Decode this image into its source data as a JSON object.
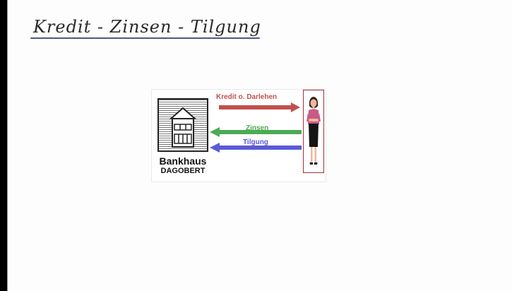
{
  "title": "Kredit - Zinsen - Tilgung",
  "bank": {
    "name": "Bankhaus",
    "sub": "DAGOBERT"
  },
  "arrows": {
    "kredit": "Kredit o. Darlehen",
    "zinsen": "Zinsen",
    "tilgung": "Tilgung"
  },
  "colors": {
    "kredit": "#c0504d",
    "zinsen": "#4caa55",
    "tilgung": "#5a5ad8",
    "person_border": "#a0303a"
  },
  "icons": {
    "bank": "bank-building-icon",
    "person": "businesswoman-icon"
  }
}
